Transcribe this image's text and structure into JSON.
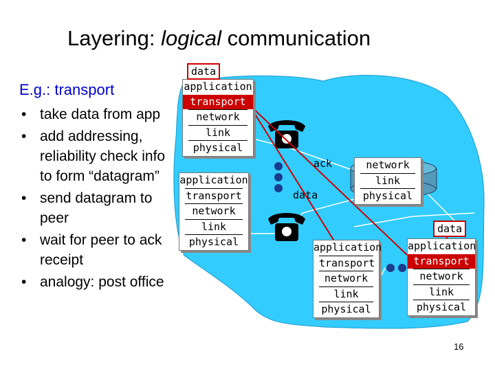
{
  "slide": {
    "title_pre": "Layering: ",
    "title_italic": "logical",
    "title_post": " communication",
    "subtitle": "E.g.: transport",
    "bullets": [
      "take data from app",
      "add addressing, reliability check info to form “datagram”",
      "send datagram to peer",
      "wait for peer to ack receipt",
      "analogy: post office"
    ],
    "bullet_char": "•",
    "page_number": "16"
  },
  "diagram": {
    "stacks": {
      "top_left": [
        "application",
        "transport",
        "network",
        "link",
        "physical"
      ],
      "mid_left": [
        "application",
        "transport",
        "network",
        "link",
        "physical"
      ],
      "router": [
        "network",
        "link",
        "physical"
      ],
      "bottom_center": [
        "application",
        "transport",
        "network",
        "link",
        "physical"
      ],
      "bottom_right": [
        "application",
        "transport",
        "network",
        "link",
        "physical"
      ]
    },
    "labels": {
      "data_top": "data",
      "ack": "ack",
      "data_mid": "data",
      "data_right": "data"
    },
    "colors": {
      "network_cloud": "#33ccff",
      "highlight": "#cc0000",
      "arrow": "#cc0000"
    },
    "icons": [
      "telephone-icon",
      "telephone-icon",
      "router-icon",
      "computer-icon"
    ]
  }
}
